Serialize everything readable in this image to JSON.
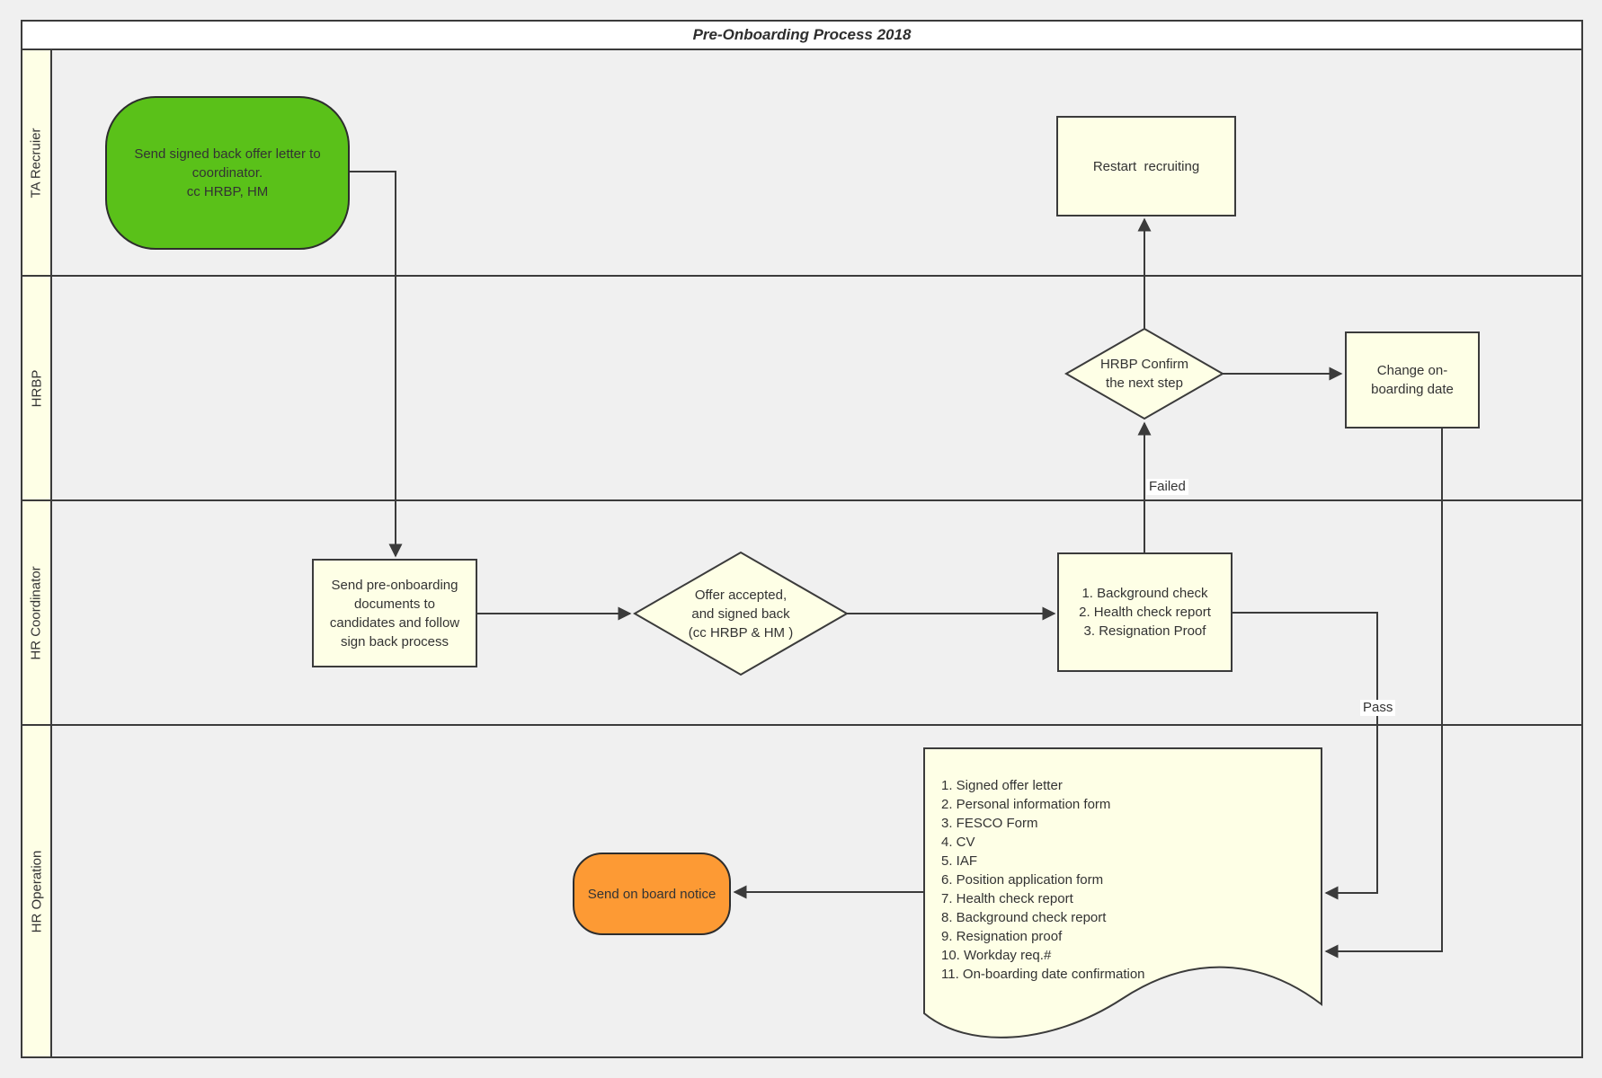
{
  "title": "Pre-Onboarding Process 2018",
  "lanes": [
    {
      "label": "TA Recruier"
    },
    {
      "label": "HRBP"
    },
    {
      "label": "HR Coordinator"
    },
    {
      "label": "HR Operation"
    }
  ],
  "nodes": {
    "start": {
      "text": "Send signed back offer letter to\ncoordinator.\ncc HRBP, HM"
    },
    "restart": {
      "text": "Restart  recruiting"
    },
    "hrbp_confirm": {
      "text": "HRBP Confirm\nthe next step"
    },
    "change_date": {
      "text": "Change on-\nboarding date"
    },
    "send_docs": {
      "text": "Send pre-onboarding\ndocuments to\ncandidates and follow\nsign back process"
    },
    "offer_accepted": {
      "text": "Offer accepted,\nand signed back\n(cc HRBP & HM )"
    },
    "checks": {
      "items": [
        "1. Background check",
        "2. Health check report",
        "3. Resignation Proof"
      ]
    },
    "onboard_notice": {
      "text": "Send on board notice"
    },
    "document": {
      "items": [
        "1. Signed offer letter",
        "2. Personal information form",
        "3. FESCO Form",
        "4. CV",
        "5. IAF",
        "6. Position application form",
        "7. Health check report",
        "8. Background check report",
        "9. Resignation proof",
        "10. Workday req.#",
        "11. On-boarding date confirmation"
      ]
    }
  },
  "edge_labels": {
    "failed": "Failed",
    "pass": "Pass"
  },
  "colors": {
    "background": "#f0f0f0",
    "title_bg": "#ffffff",
    "node_fill": "#feffe6",
    "lane_label_fill": "#feffe6",
    "start_fill": "#5ac119",
    "notice_fill": "#fd9a33",
    "line": "#3b3b3b",
    "text": "#333333"
  }
}
